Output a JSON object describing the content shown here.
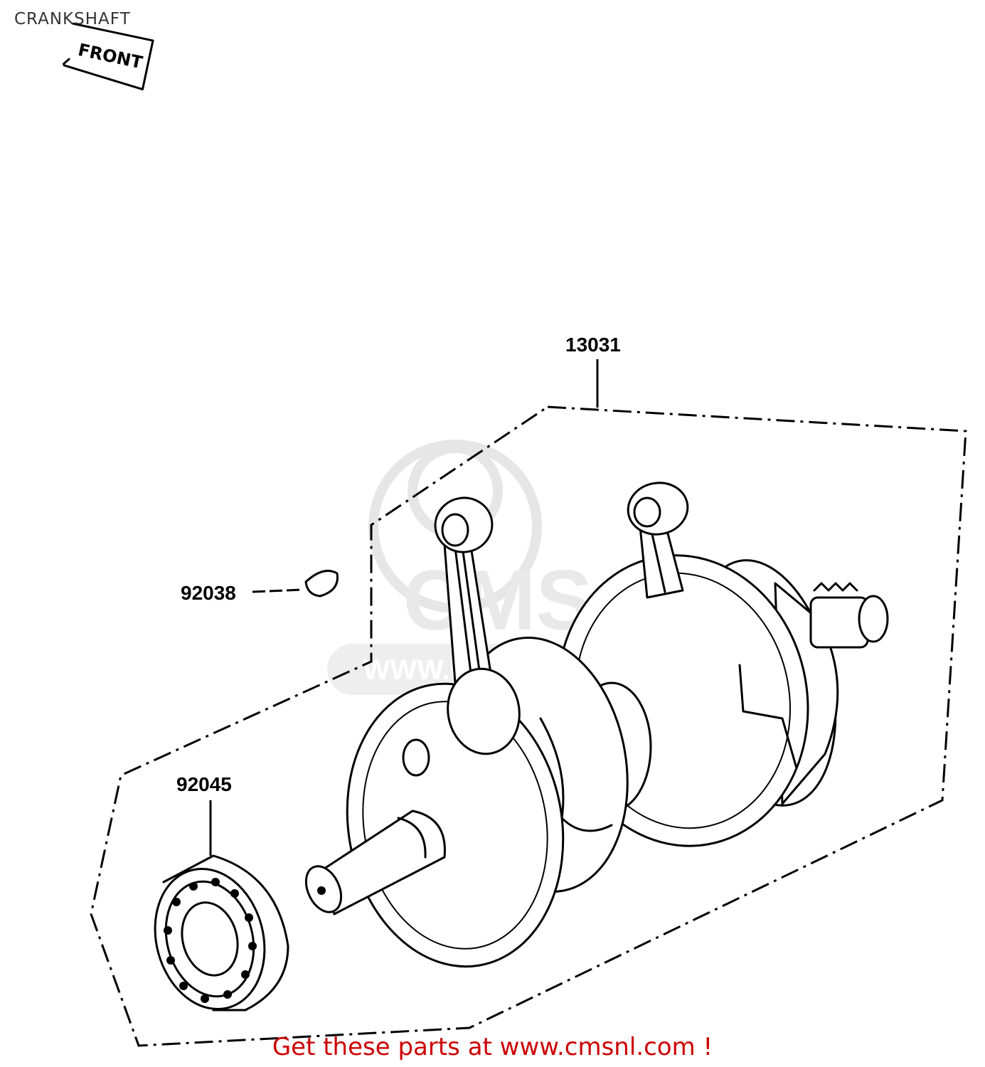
{
  "title": "CRANKSHAFT",
  "orientation_label": "FRONT",
  "parts": [
    {
      "number": "13031",
      "name": "crankshaft-assembly"
    },
    {
      "number": "92038",
      "name": "woodruff-key"
    },
    {
      "number": "92045",
      "name": "ball-bearing"
    }
  ],
  "watermark": {
    "text": "WWW.CMSNL.COM",
    "brand": "CMS"
  },
  "footer": {
    "text": "Get these parts at www.cmsnl.com !",
    "color": "#cc0000"
  }
}
